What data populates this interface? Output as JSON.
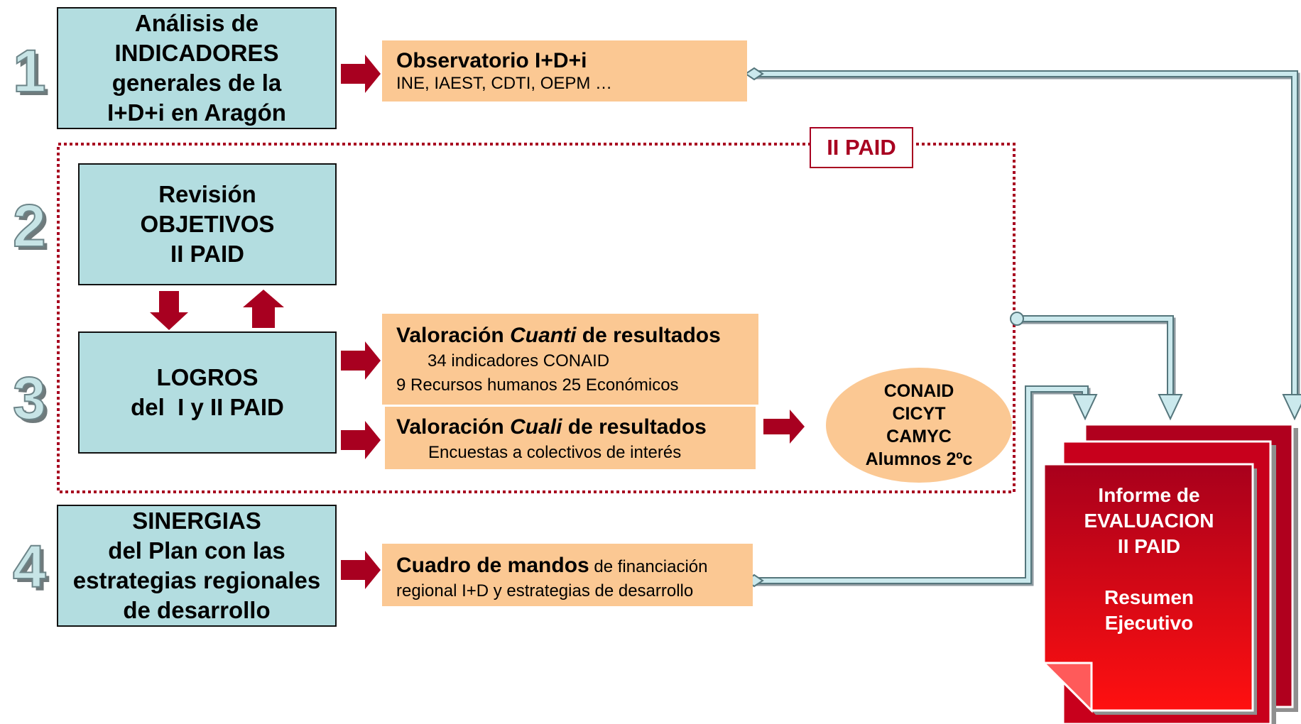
{
  "steps": [
    {
      "number": "1",
      "lines": [
        "Análisis de",
        "INDICADORES",
        "generales de la",
        "I+D+i en Aragón"
      ]
    },
    {
      "number": "2",
      "lines": [
        "Revisión",
        "OBJETIVOS",
        "II PAID"
      ]
    },
    {
      "number": "3",
      "lines": [
        "LOGROS",
        "del  I y II PAID"
      ]
    },
    {
      "number": "4",
      "lines": [
        "SINERGIAS",
        "del Plan con las",
        "estrategias regionales",
        "de desarrollo"
      ]
    }
  ],
  "boxes": {
    "observatorio": {
      "title": "Observatorio I+D+i",
      "sub": "INE, IAEST, CDTI, OEPM …"
    },
    "cuanti": {
      "title_pre": "Valoración ",
      "title_em": "Cuanti",
      "title_post": " de resultados",
      "line1": "34 indicadores CONAID",
      "line2": "9 Recursos humanos 25 Económicos"
    },
    "cuali": {
      "title_pre": "Valoración ",
      "title_em": "Cuali",
      "title_post": " de resultados",
      "line1": "Encuestas a colectivos de interés"
    },
    "cuadro": {
      "title": "Cuadro de mandos",
      "title_rest": " de financiación",
      "line2": "regional I+D y estrategias de desarrollo"
    }
  },
  "paid_tag": "II PAID",
  "ellipse": [
    "CONAID",
    "CICYT",
    "CAMYC",
    "Alumnos 2ºc"
  ],
  "report": {
    "lines_top": [
      "Informe de",
      "EVALUACION",
      "II PAID"
    ],
    "lines_bottom": [
      "Resumen",
      "Ejecutivo"
    ]
  },
  "colors": {
    "step_fill": "#b3dde0",
    "orange_fill": "#fbc893",
    "arrow_red": "#a80020",
    "connector": "#a9d6dc",
    "report_red": "#e0001a",
    "dotted_border": "#a80020"
  }
}
